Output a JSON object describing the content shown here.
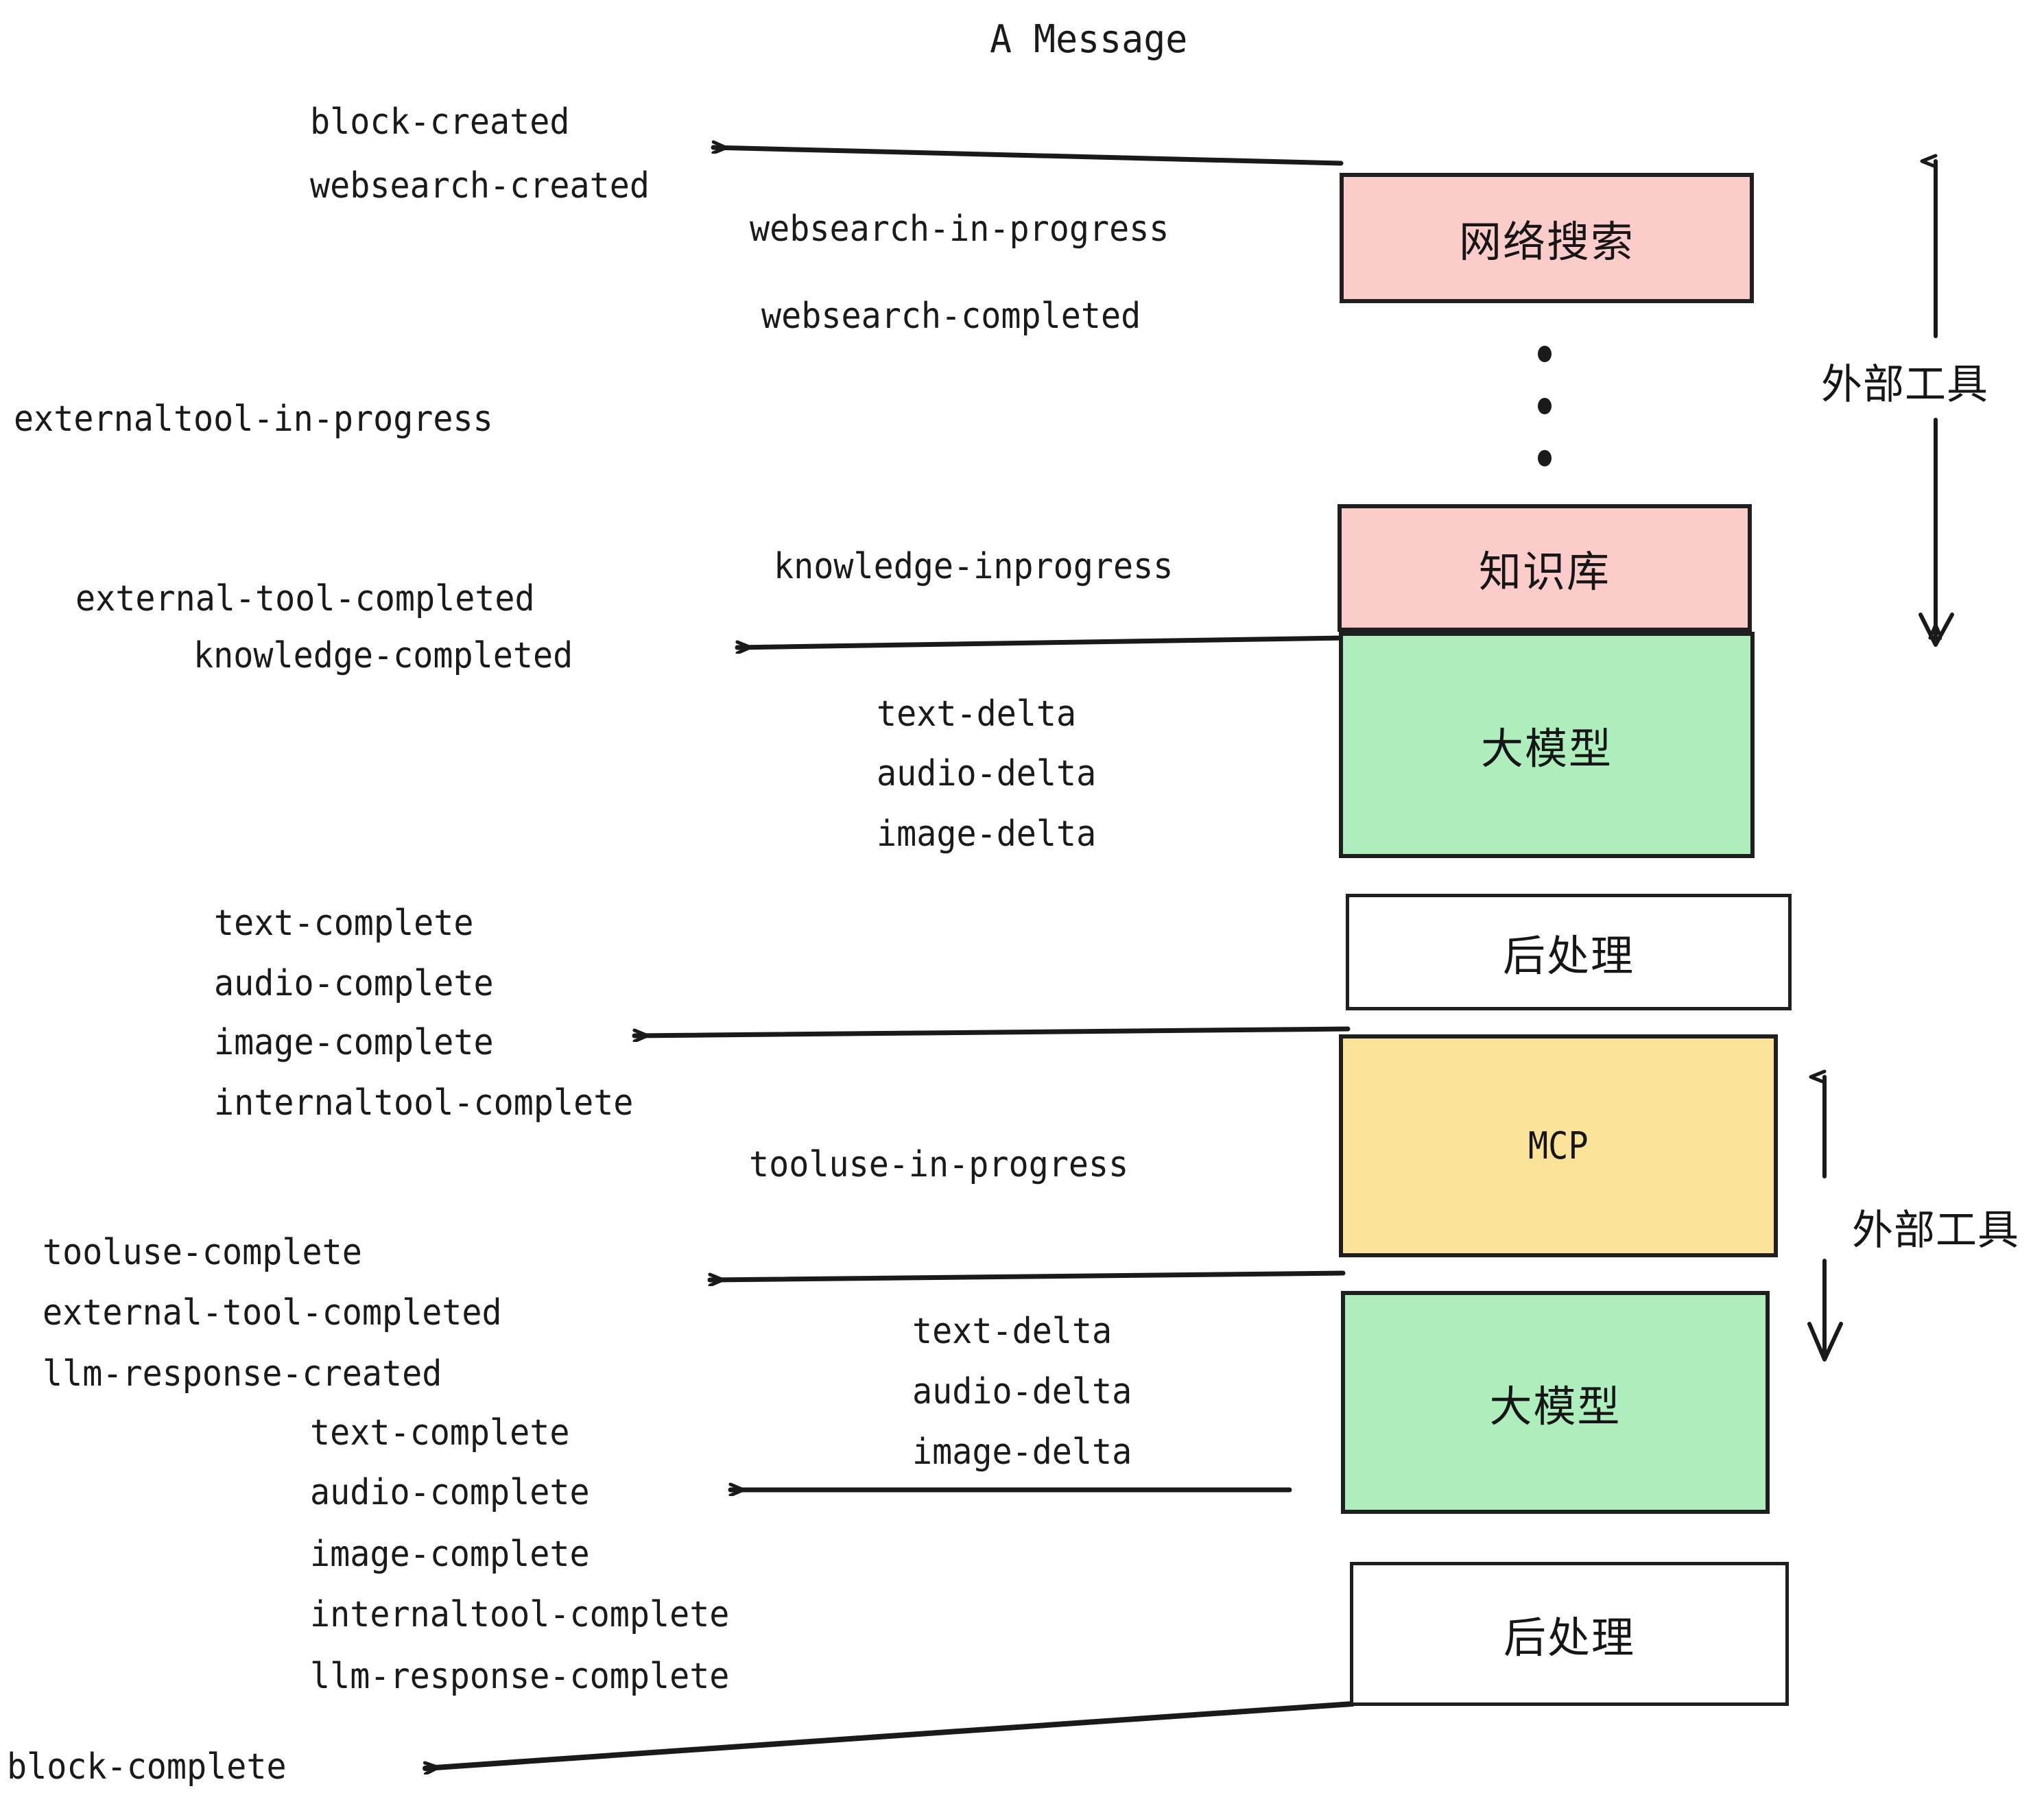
{
  "diagram": {
    "title": "A Message",
    "colors": {
      "pink": "#fcccca",
      "green": "#aeeebc",
      "yellow": "#fbe49a",
      "white": "#ffffff",
      "stroke": "#1f1f1f",
      "text": "#1a1a1a"
    },
    "boxes": [
      {
        "id": "websearch",
        "label": "网络搜索",
        "fill": "pink"
      },
      {
        "id": "knowledge",
        "label": "知识库",
        "fill": "pink"
      },
      {
        "id": "llm1",
        "label": "大模型",
        "fill": "green"
      },
      {
        "id": "post1",
        "label": "后处理",
        "fill": "white"
      },
      {
        "id": "mcp",
        "label": "MCP",
        "fill": "yellow"
      },
      {
        "id": "llm2",
        "label": "大模型",
        "fill": "green"
      },
      {
        "id": "post2",
        "label": "后处理",
        "fill": "white"
      }
    ],
    "side_labels": [
      {
        "id": "external-tools-top",
        "label": "外部工具"
      },
      {
        "id": "external-tools-bottom",
        "label": "外部工具"
      }
    ],
    "events": [
      {
        "id": "e01",
        "text": "block-created"
      },
      {
        "id": "e02",
        "text": "websearch-created"
      },
      {
        "id": "e03",
        "text": "websearch-in-progress"
      },
      {
        "id": "e04",
        "text": "websearch-completed"
      },
      {
        "id": "e05",
        "text": "externaltool-in-progress"
      },
      {
        "id": "e06",
        "text": "knowledge-inprogress"
      },
      {
        "id": "e07",
        "text": "external-tool-completed"
      },
      {
        "id": "e08",
        "text": "knowledge-completed"
      },
      {
        "id": "e09",
        "text": "text-delta"
      },
      {
        "id": "e10",
        "text": "audio-delta"
      },
      {
        "id": "e11",
        "text": "image-delta"
      },
      {
        "id": "e12",
        "text": "text-complete"
      },
      {
        "id": "e13",
        "text": "audio-complete"
      },
      {
        "id": "e14",
        "text": "image-complete"
      },
      {
        "id": "e15",
        "text": "internaltool-complete"
      },
      {
        "id": "e16",
        "text": "tooluse-in-progress"
      },
      {
        "id": "e17",
        "text": "tooluse-complete"
      },
      {
        "id": "e18",
        "text": "external-tool-completed"
      },
      {
        "id": "e19",
        "text": "llm-response-created"
      },
      {
        "id": "e20",
        "text": "text-delta"
      },
      {
        "id": "e21",
        "text": "audio-delta"
      },
      {
        "id": "e22",
        "text": "image-delta"
      },
      {
        "id": "e23",
        "text": "text-complete"
      },
      {
        "id": "e24",
        "text": "audio-complete"
      },
      {
        "id": "e25",
        "text": "image-complete"
      },
      {
        "id": "e26",
        "text": "internaltool-complete"
      },
      {
        "id": "e27",
        "text": "llm-response-complete"
      },
      {
        "id": "e28",
        "text": "block-complete"
      }
    ]
  }
}
